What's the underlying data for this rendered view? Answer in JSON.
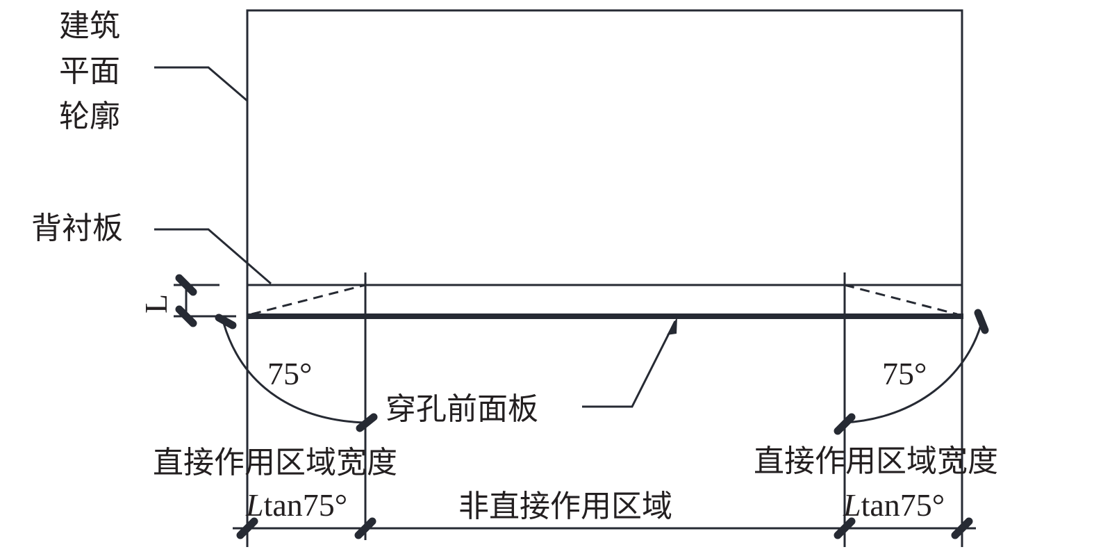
{
  "labels": {
    "building_outline": [
      "建筑",
      "平面",
      "轮廓"
    ],
    "backing_plate": "背衬板",
    "perforated_front_panel": "穿孔前面板",
    "direct_zone_width_left": "直接作用区域宽度",
    "direct_zone_width_right": "直接作用区域宽度",
    "non_direct_zone": "非直接作用区域",
    "dim_left": {
      "var": "L",
      "rest": "tan75°"
    },
    "dim_right": {
      "var": "L",
      "rest": "tan75°"
    },
    "angle_left": "75°",
    "angle_right": "75°",
    "gap_dim": "L"
  },
  "colors": {
    "line": "#262a33",
    "text": "#231f20"
  }
}
